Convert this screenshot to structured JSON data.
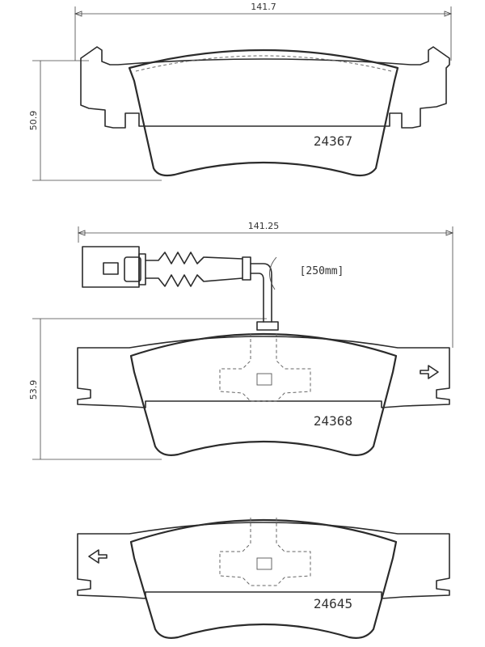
{
  "dimensions": {
    "top_width": "141.7",
    "top_height": "50.9",
    "middle_width": "141.25",
    "middle_height": "53.9",
    "wire_length": "[250mm]"
  },
  "pads": {
    "top_code": "24367",
    "middle_code": "24368",
    "bottom_code": "24645"
  }
}
